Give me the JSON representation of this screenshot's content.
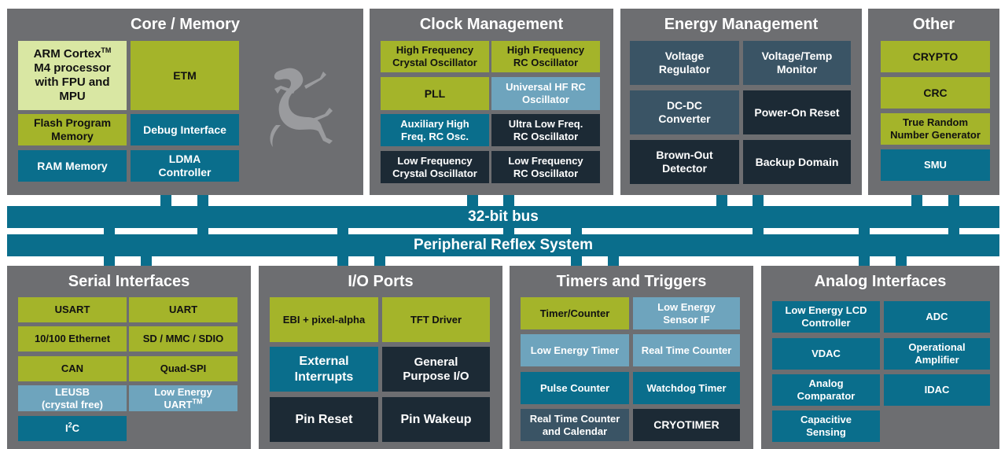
{
  "buses": {
    "bus32": "32-bit bus",
    "prs": "Peripheral Reflex System"
  },
  "colors": {
    "panel": "#6d6e71",
    "lime": "#a4b42a",
    "pale": "#d9e7a3",
    "teal": "#0a6e8c",
    "light_blue": "#6ea4bd",
    "slate": "#3a5465",
    "dark": "#1c2a35"
  },
  "core": {
    "title": "Core / Memory",
    "arm_line1": "ARM Cortex",
    "arm_tm": "TM",
    "arm_line2": "M4 processor",
    "arm_line3": "with FPU and",
    "arm_line4": "MPU",
    "etm": "ETM",
    "flash_line1": "Flash Program",
    "flash_line2": "Memory",
    "debug": "Debug Interface",
    "ram": "RAM Memory",
    "ldma_line1": "LDMA",
    "ldma_line2": "Controller",
    "logo": "gecko-logo-icon"
  },
  "clock": {
    "title": "Clock Management",
    "hfxo_line1": "High Frequency",
    "hfxo_line2": "Crystal Oscillator",
    "hfrco_line1": "High Frequency",
    "hfrco_line2": "RC Oscillator",
    "pll": "PLL",
    "uhf_line1": "Universal HF RC",
    "uhf_line2": "Oscillator",
    "aux_line1": "Auxiliary High",
    "aux_line2": "Freq. RC Osc.",
    "ulfrco_line1": "Ultra Low Freq.",
    "ulfrco_line2": "RC Oscillator",
    "lfxo_line1": "Low Frequency",
    "lfxo_line2": "Crystal Oscillator",
    "lfrco_line1": "Low Frequency",
    "lfrco_line2": "RC Oscillator"
  },
  "energy": {
    "title": "Energy Management",
    "vreg_line1": "Voltage",
    "vreg_line2": "Regulator",
    "vtemp_line1": "Voltage/Temp",
    "vtemp_line2": "Monitor",
    "dcdc_line1": "DC-DC",
    "dcdc_line2": "Converter",
    "por": "Power-On Reset",
    "bod_line1": "Brown-Out",
    "bod_line2": "Detector",
    "backup": "Backup Domain"
  },
  "other": {
    "title": "Other",
    "crypto": "CRYPTO",
    "crc": "CRC",
    "trng_line1": "True Random",
    "trng_line2": "Number Generator",
    "smu": "SMU"
  },
  "serial": {
    "title": "Serial Interfaces",
    "usart": "USART",
    "uart": "UART",
    "eth": "10/100 Ethernet",
    "sd": "SD / MMC / SDIO",
    "can": "CAN",
    "qspi": "Quad-SPI",
    "leusb_line1": "LEUSB",
    "leusb_line2": "(crystal free)",
    "leuart_line1": "Low Energy",
    "leuart_line2": "UART",
    "leuart_tm": "TM",
    "i2c_i": "I",
    "i2c_sup": "2",
    "i2c_c": "C"
  },
  "io": {
    "title": "I/O Ports",
    "ebi": "EBI + pixel-alpha",
    "tft": "TFT Driver",
    "ext_line1": "External",
    "ext_line2": "Interrupts",
    "gpio_line1": "General",
    "gpio_line2": "Purpose I/O",
    "pinreset": "Pin Reset",
    "pinwakeup": "Pin Wakeup"
  },
  "timers": {
    "title": "Timers and Triggers",
    "timer": "Timer/Counter",
    "lesense_line1": "Low Energy",
    "lesense_line2": "Sensor IF",
    "letimer": "Low Energy Timer",
    "rtc": "Real Time Counter",
    "pcnt": "Pulse Counter",
    "wdog": "Watchdog Timer",
    "rtcc_line1": "Real Time Counter",
    "rtcc_line2": "and Calendar",
    "cryotimer": "CRYOTIMER"
  },
  "analog": {
    "title": "Analog Interfaces",
    "lcd_line1": "Low Energy LCD",
    "lcd_line2": "Controller",
    "adc": "ADC",
    "vdac": "VDAC",
    "opamp_line1": "Operational",
    "opamp_line2": "Amplifier",
    "acmp_line1": "Analog",
    "acmp_line2": "Comparator",
    "idac": "IDAC",
    "csen_line1": "Capacitive",
    "csen_line2": "Sensing"
  }
}
